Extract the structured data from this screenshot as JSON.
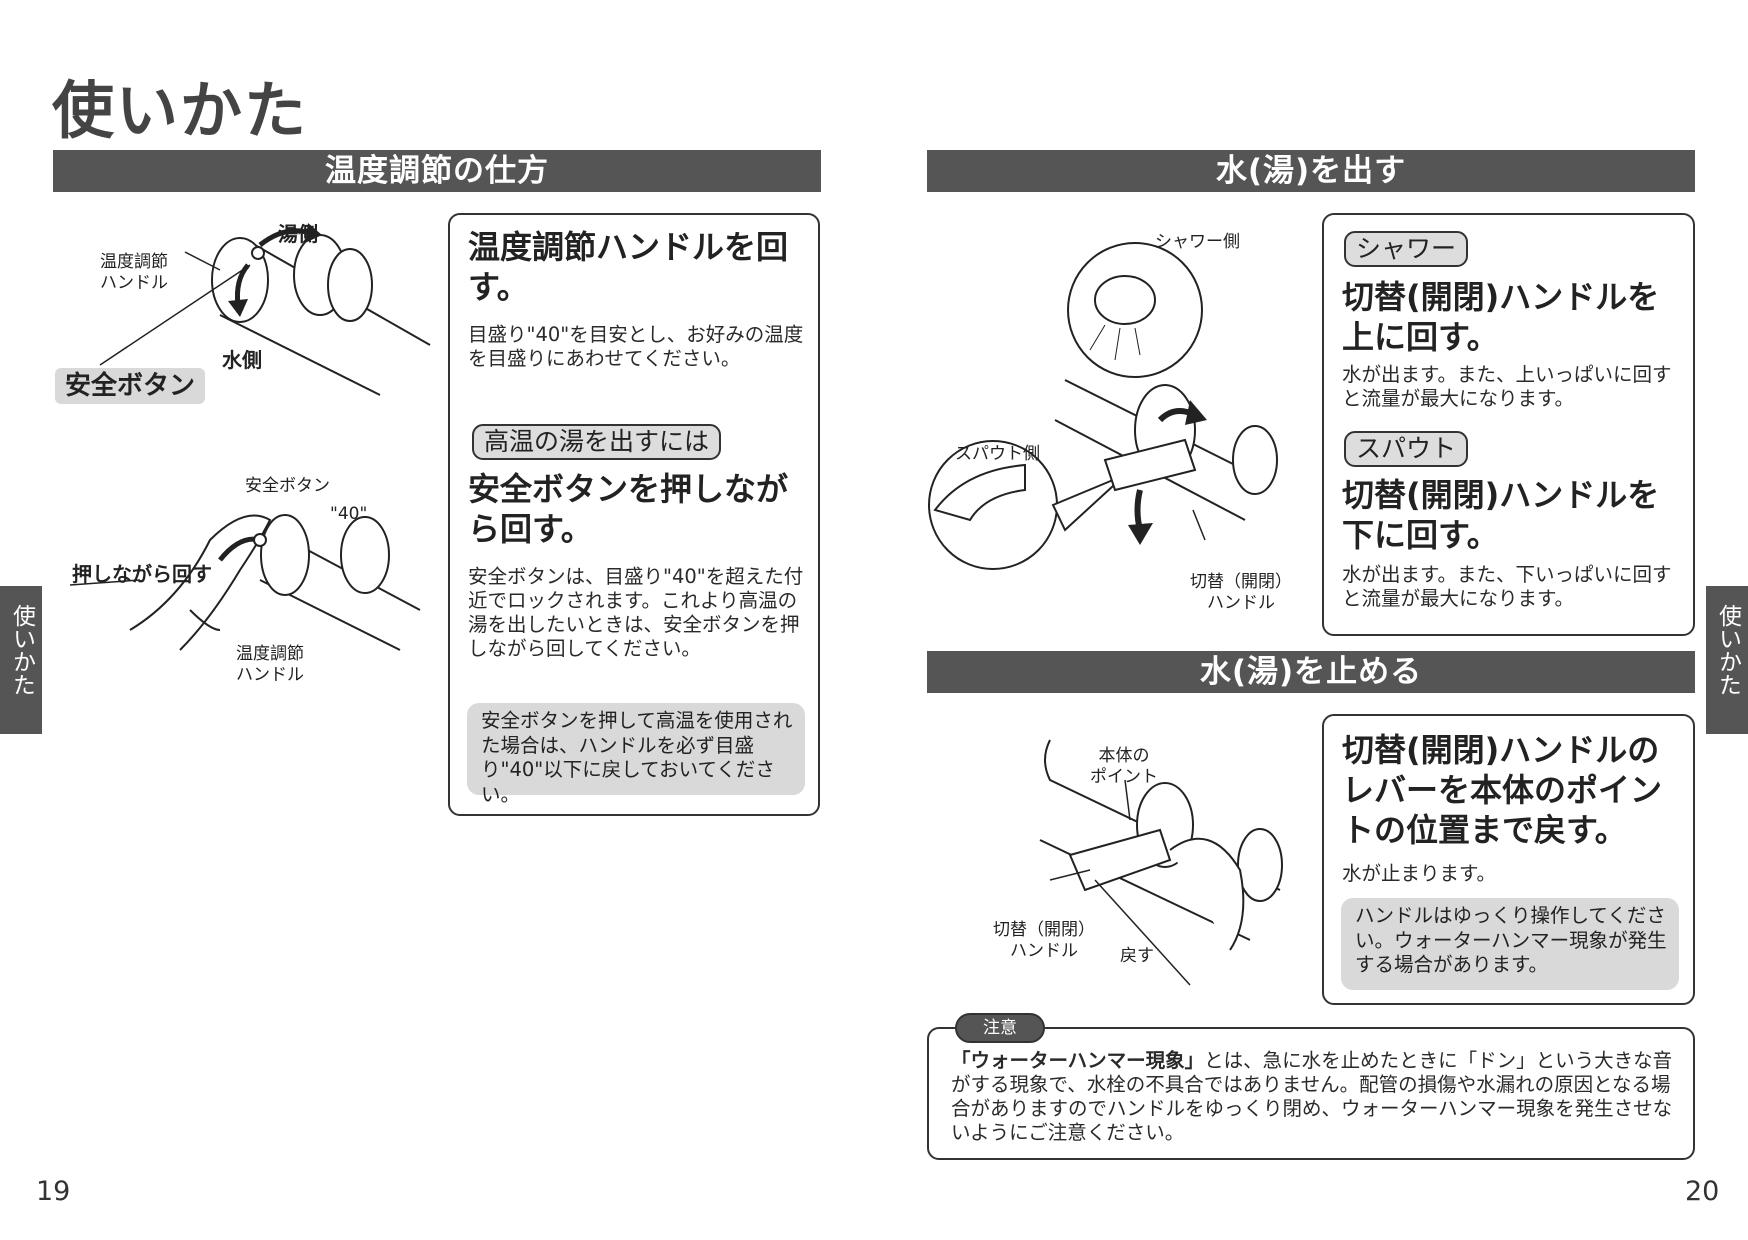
{
  "page_title": "使いかた",
  "side_tab": "使いかた",
  "page_numbers": {
    "left": "19",
    "right": "20"
  },
  "temp_section": {
    "title": "温度調節の仕方",
    "heading1": "温度調節ハンドルを回す。",
    "body1": "目盛り\"40\"を目安とし、お好みの温度を目盛りにあわせてください。",
    "tag": "高温の湯を出すには",
    "heading2": "安全ボタンを押しながら回す。",
    "body2": "安全ボタンは、目盛り\"40\"を超えた付近でロックされます。これより高温の湯を出したいときは、安全ボタンを押しながら回してください。",
    "note": "安全ボタンを押して高温を使用された場合は、ハンドルを必ず目盛り\"40\"以下に戻しておいてください。",
    "fig1": {
      "hot_side": "湯側",
      "cold_side": "水側",
      "handle_label": "温度調節\nハンドル",
      "safety_button": "安全ボタン"
    },
    "fig2": {
      "safety_button": "安全ボタン",
      "mark": "\"40\"",
      "push_turn": "押しながら回す",
      "handle_label": "温度調節\nハンドル"
    }
  },
  "dispense_section": {
    "title": "水(湯)を出す",
    "shower_tag": "シャワー",
    "shower_heading": "切替(開閉)ハンドルを上に回す。",
    "shower_body": "水が出ます。また、上いっぱいに回すと流量が最大になります。",
    "spout_tag": "スパウト",
    "spout_heading": "切替(開閉)ハンドルを下に回す。",
    "spout_body": "水が出ます。また、下いっぱいに回すと流量が最大になります。",
    "fig": {
      "shower_side": "シャワー側",
      "spout_side": "スパウト側",
      "handle_label": "切替（開閉）\nハンドル"
    }
  },
  "stop_section": {
    "title": "水(湯)を止める",
    "heading": "切替(開閉)ハンドルのレバーを本体のポイントの位置まで戻す。",
    "body": "水が止まります。",
    "note": "ハンドルはゆっくり操作してください。ウォーターハンマー現象が発生する場合があります。",
    "fig": {
      "body_point": "本体の\nポイント",
      "handle_label": "切替（開閉）\nハンドル",
      "return": "戻す"
    }
  },
  "caution": {
    "label": "注意",
    "bold": "「ウォーターハンマー現象」",
    "text": "とは、急に水を止めたときに「ドン」という大きな音がする現象で、水栓の不具合ではありません。配管の損傷や水漏れの原因となる場合がありますのでハンドルをゆっくり閉め、ウォーターハンマー現象を発生させないようにご注意ください。"
  }
}
